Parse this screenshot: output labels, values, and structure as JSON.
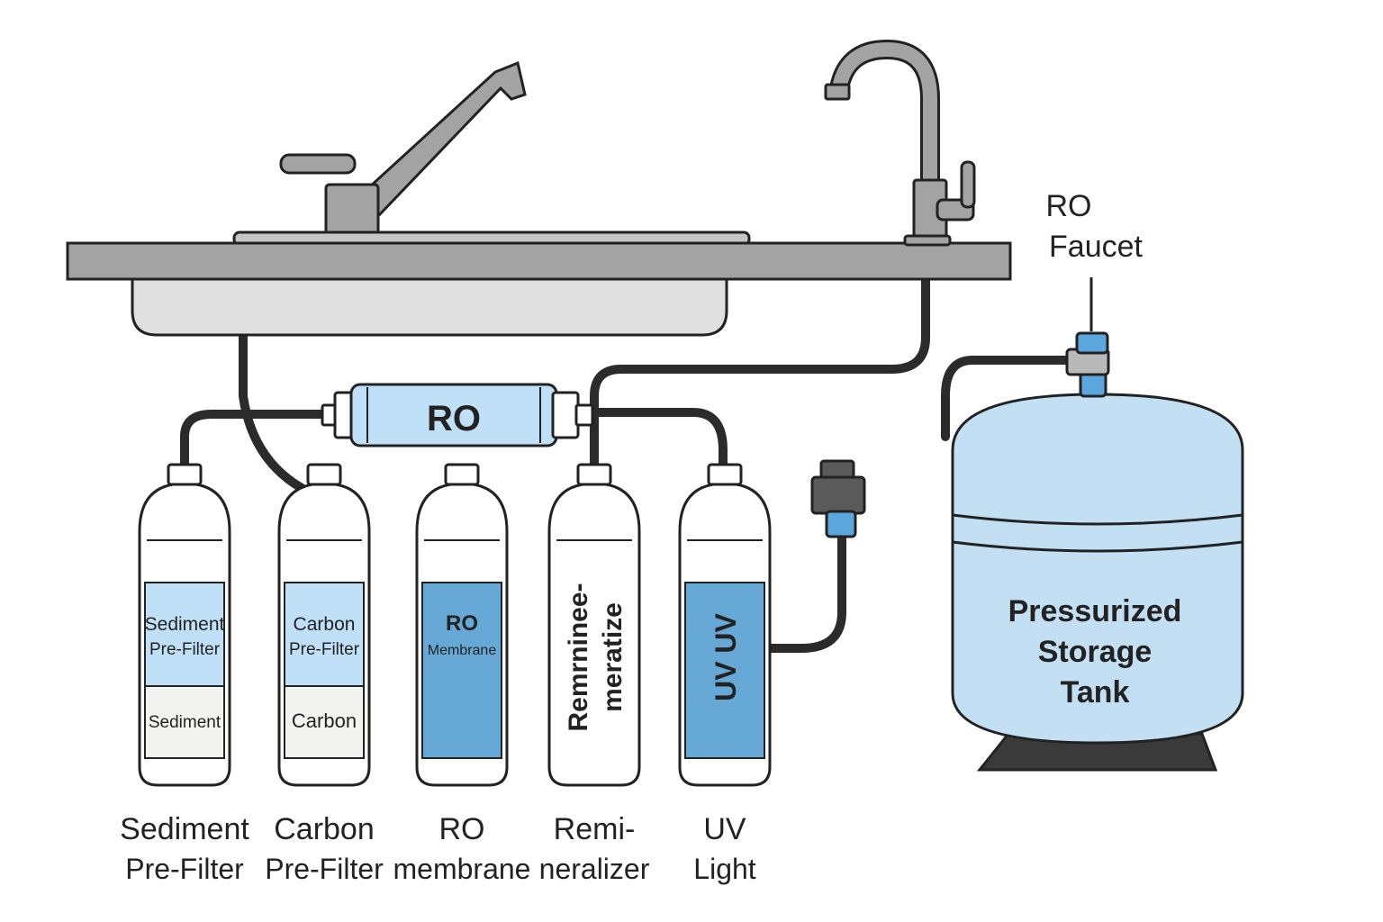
{
  "labels": {
    "ro_faucet": [
      "RO",
      "Faucet"
    ],
    "ro_module": "RO",
    "tank": [
      "Pressurized",
      "Storage",
      "Tank"
    ]
  },
  "cartridges": [
    {
      "id": "sediment",
      "band": [
        "Sediment",
        "Pre-Filter"
      ],
      "lower": "Sediment",
      "caption": [
        "Sediment",
        "Pre-Filter"
      ]
    },
    {
      "id": "carbon",
      "band": [
        "Carbon",
        "Pre-Filter"
      ],
      "lower": "Carbon",
      "caption": [
        "Carbon",
        "Pre-Filter"
      ]
    },
    {
      "id": "ro-membrane",
      "band": [
        "RO",
        "Membrane"
      ],
      "caption": [
        "RO",
        "membrane"
      ]
    },
    {
      "id": "remineralizer",
      "vertical": [
        "Remrninee-",
        "meratize"
      ],
      "caption": [
        "Remi-",
        "neralizer"
      ]
    },
    {
      "id": "uv-light",
      "vertical": [
        "UV UV"
      ],
      "caption": [
        "UV",
        "Light"
      ]
    }
  ],
  "colors": {
    "light_blue": "#bfe0f7",
    "mid_blue": "#66a8d6",
    "tank_blue": "#c2dff3",
    "steel": "#a3a3a3",
    "tube": "#2b2b2b",
    "accent_blue": "#5ba6dc"
  }
}
